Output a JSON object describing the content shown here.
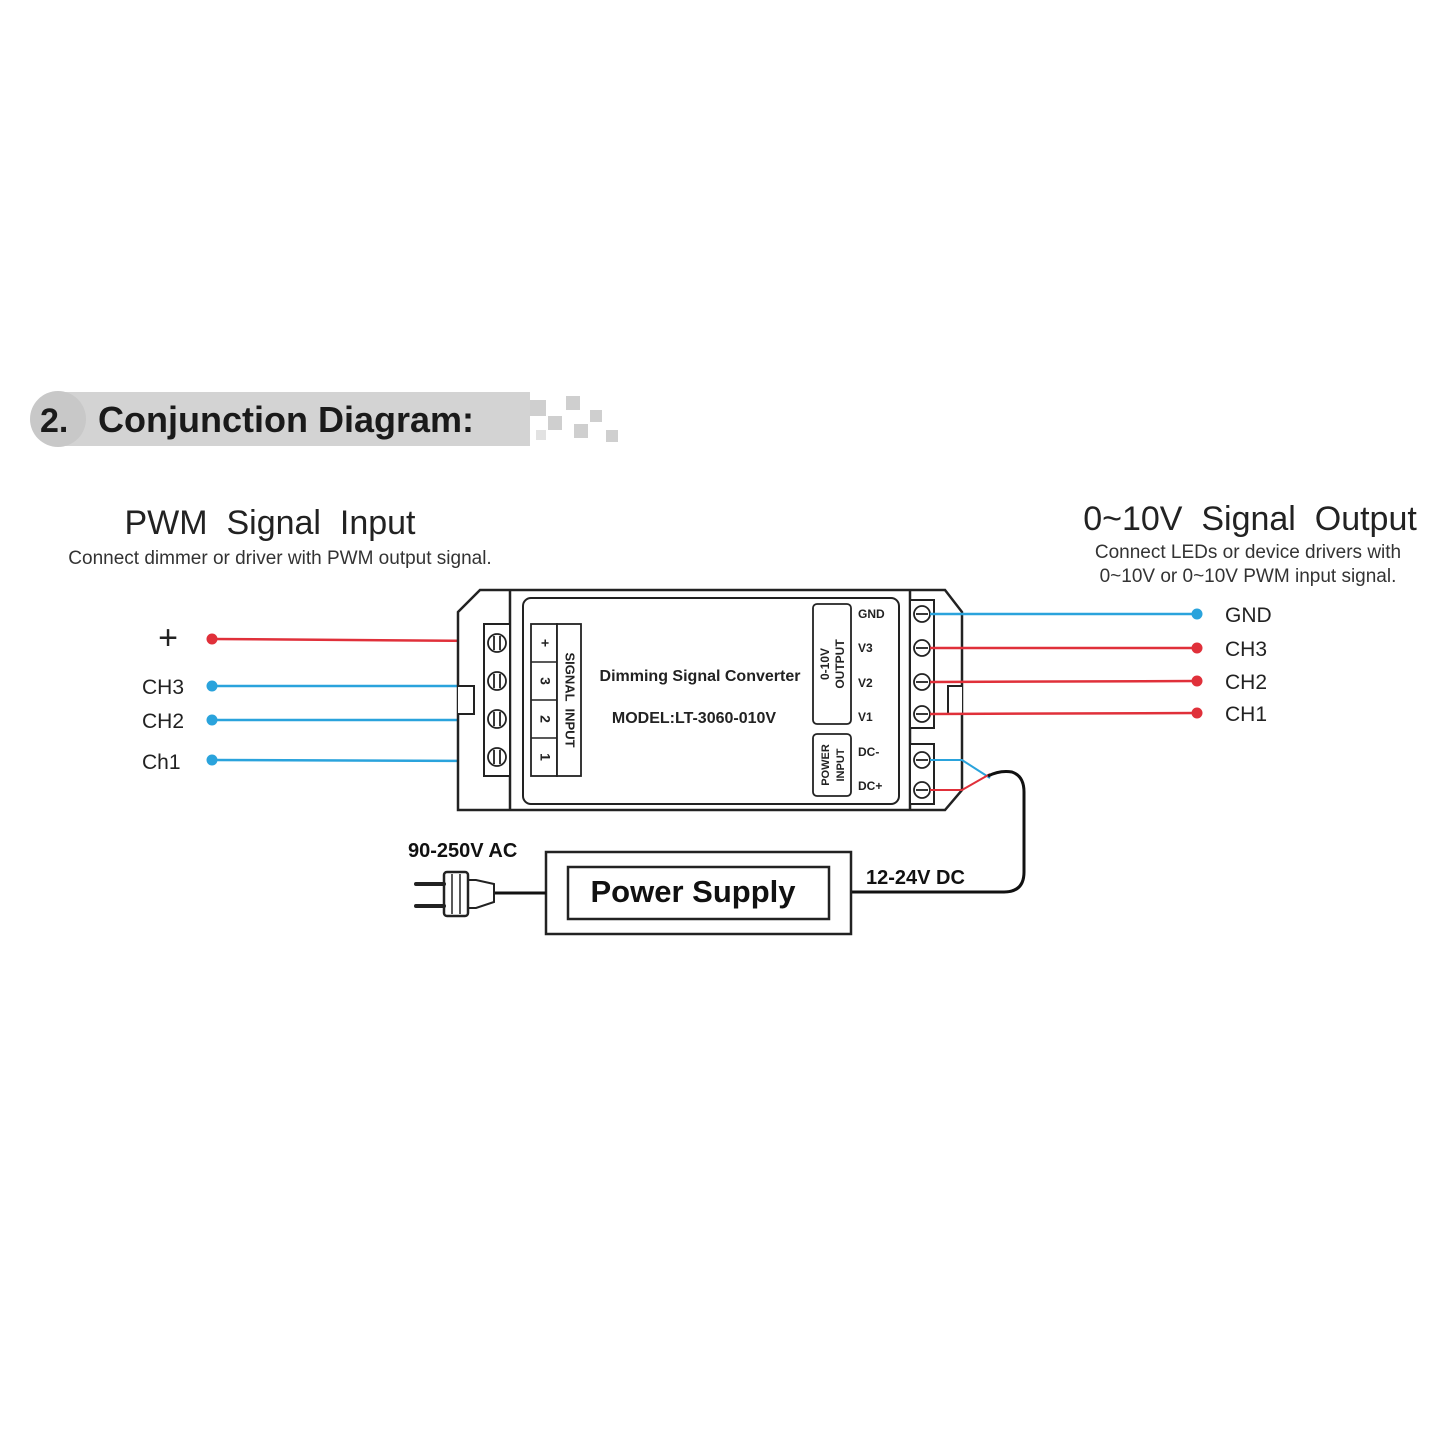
{
  "section": {
    "number": "2.",
    "title": "Conjunction Diagram:"
  },
  "input_panel": {
    "title": "PWM  Signal  Input",
    "description": "Connect dimmer or driver with PWM output signal.",
    "terminals": [
      {
        "label": "+",
        "wire_color": "#e0303a"
      },
      {
        "label": "CH3",
        "wire_color": "#2aa3dc"
      },
      {
        "label": "CH2",
        "wire_color": "#2aa3dc"
      },
      {
        "label": "Ch1",
        "wire_color": "#2aa3dc"
      }
    ]
  },
  "output_panel": {
    "title": "0~10V  Signal  Output",
    "description_line1": "Connect LEDs or device drivers with",
    "description_line2": "0~10V or 0~10V PWM input signal.",
    "terminals": [
      {
        "label": "GND",
        "wire_color": "#2aa3dc"
      },
      {
        "label": "CH3",
        "wire_color": "#e0303a"
      },
      {
        "label": "CH2",
        "wire_color": "#e0303a"
      },
      {
        "label": "CH1",
        "wire_color": "#e0303a"
      }
    ]
  },
  "device": {
    "name": "Dimming Signal Converter",
    "model": "MODEL:LT-3060-010V",
    "signal_input_label": "SIGNAL  INPUT",
    "signal_input_pins": [
      "+",
      "3",
      "2",
      "1"
    ],
    "output_box_label_1": "0-10V",
    "output_box_label_2": "OUTPUT",
    "output_pins": [
      "GND",
      "V3",
      "V2",
      "V1"
    ],
    "power_box_label_1": "POWER",
    "power_box_label_2": "INPUT",
    "power_pins": [
      "DC-",
      "DC+"
    ]
  },
  "power": {
    "supply_label": "Power Supply",
    "ac_label": "90-250V AC",
    "dc_label": "12-24V DC"
  }
}
